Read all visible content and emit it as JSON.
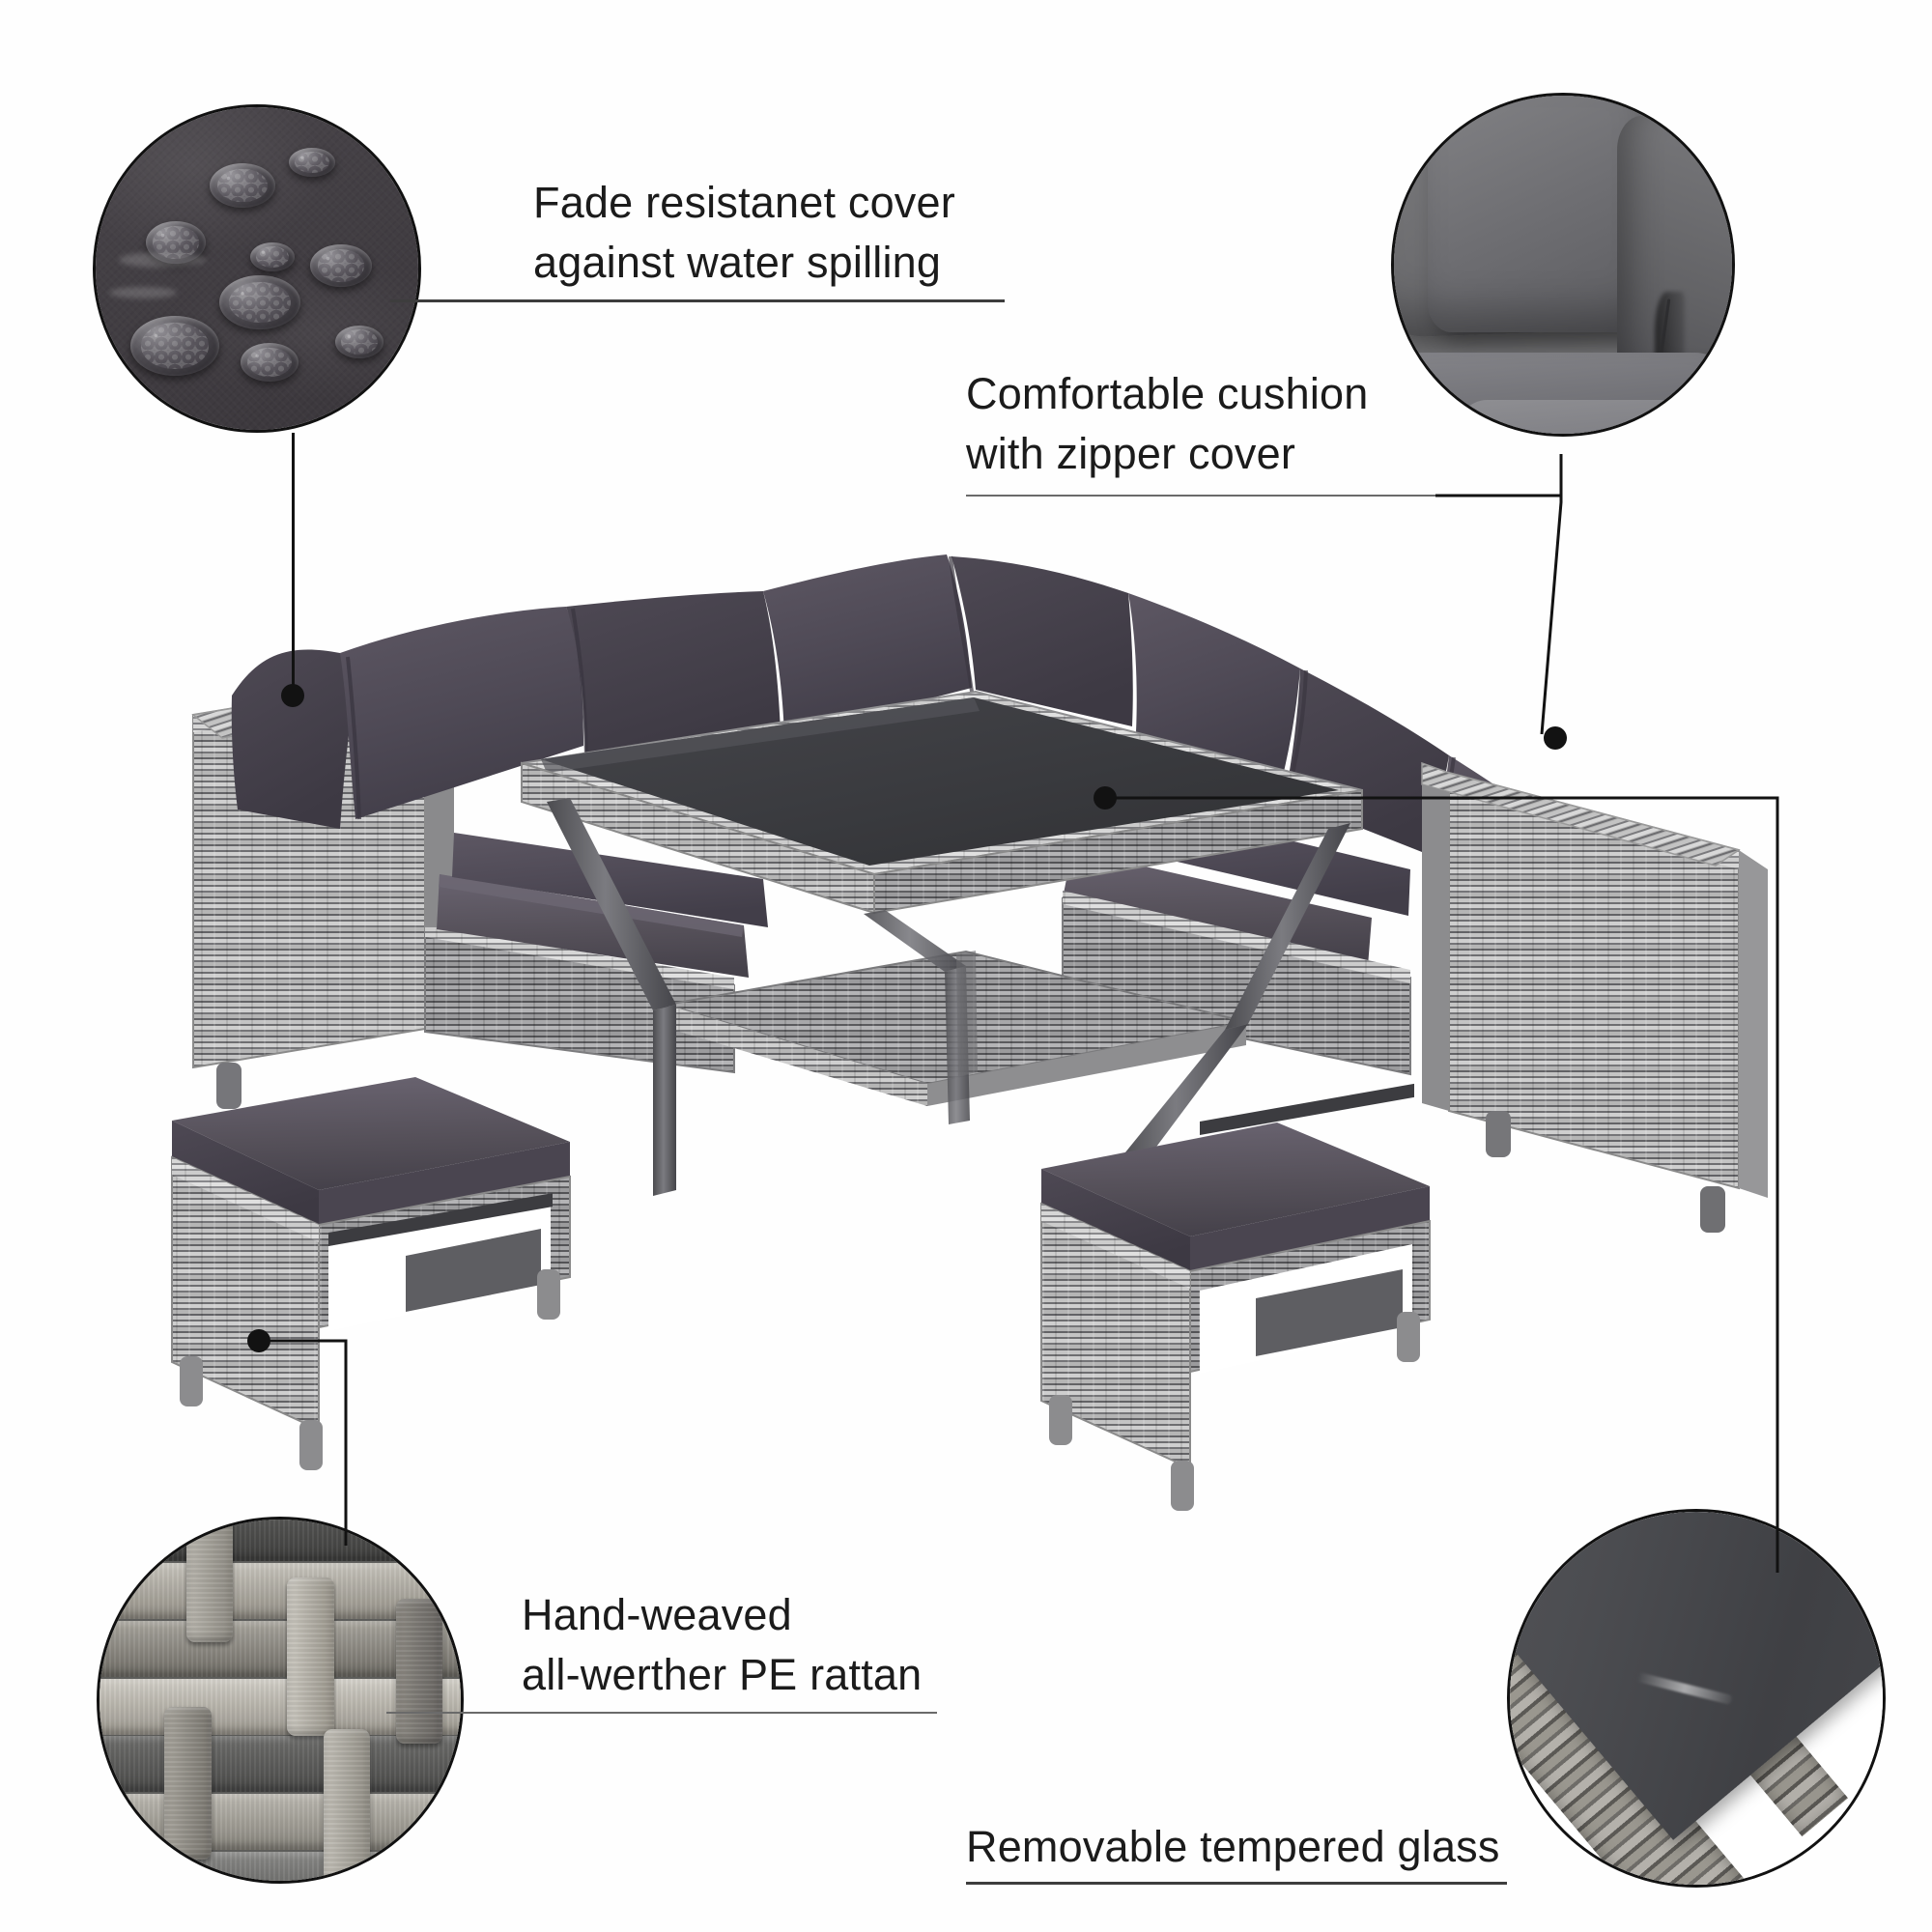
{
  "page": {
    "type": "product-feature-infographic",
    "background_color": "#ffffff",
    "product": "Outdoor rattan corner sofa dining set with glass-top table and two ottomans"
  },
  "callouts": [
    {
      "id": "fade-resistant",
      "position": "top-left",
      "lines": [
        "Fade resistanet cover",
        "against water spilling"
      ],
      "detail_image": "water-droplets-on-fade-resistant-fabric",
      "detail_description": "Close-up of water beads sitting on dark grey woven cover fabric"
    },
    {
      "id": "comfortable-cushion",
      "position": "top-right",
      "lines": [
        "Comfortable cushion",
        "with zipper cover"
      ],
      "detail_image": "grey-cushion-with-zipper",
      "detail_description": "Close-up of thick grey back pillow and seat cushion with zipper cover"
    },
    {
      "id": "hand-weaved-rattan",
      "position": "bottom-left",
      "lines": [
        "Hand-weaved",
        "all-werther PE rattan"
      ],
      "detail_image": "hand-weaved-pe-rattan-macro",
      "detail_description": "Macro of hand-woven grey PE rattan basket weave strands"
    },
    {
      "id": "removable-glass",
      "position": "bottom-right",
      "lines": [
        "Removable tempered glass"
      ],
      "detail_image": "tempered-glass-table-corner",
      "detail_description": "Corner of dark tempered glass tabletop set into grey rattan frame"
    }
  ],
  "colors": {
    "text": "#1b1b1b",
    "leader_line": "#121212",
    "rule": "#3d3d3d",
    "cushion_grey": "#4b4750",
    "rattan_grey": "#a9a9a9",
    "glass_dark": "#3a3a3e",
    "background": "#ffffff"
  },
  "product_parts": {
    "sofa": "L-shaped corner sofa, grey PE rattan base, dark grey cushions and back pillows",
    "table": "Square removable tempered glass top dining table with rattan frame and lower shelf",
    "ottomans": "Two matching square rattan ottomans with dark grey seat cushions"
  }
}
